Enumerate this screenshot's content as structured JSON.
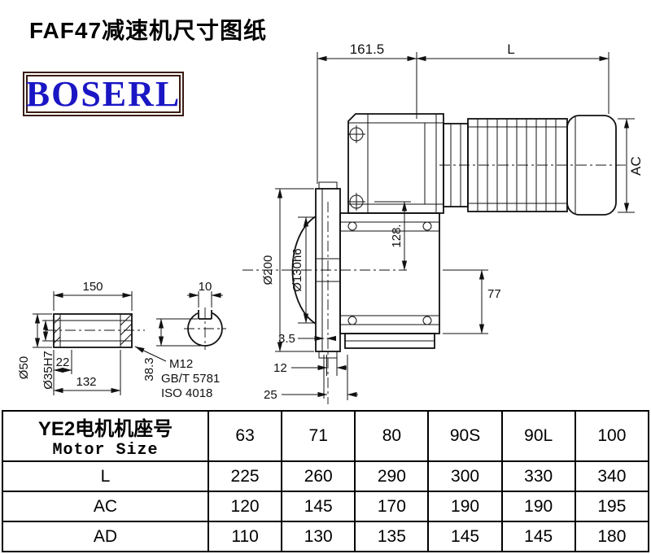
{
  "page": {
    "title": "FAF47减速机尺寸图纸",
    "brand": "BOSERL"
  },
  "colors": {
    "brand_text": "#1a16c4",
    "logo_border": "#3a1c12",
    "line": "#111111"
  },
  "drawing": {
    "dims": {
      "top_left": "161.5",
      "top_right": "L",
      "motor_height": "AC",
      "flange_od": "Ø200",
      "flange_spigot": "Ø130h6",
      "v128": "128.",
      "v77": "77",
      "shaft_length": "150",
      "key_width": "10",
      "shaft_od": "Ø50",
      "bore": "Ø35H7",
      "v22": "22",
      "v132": "132",
      "v3_5": "3.5",
      "v12": "12",
      "v25": "25",
      "v38_3": "38.3"
    },
    "notes": {
      "thread": "M12",
      "standard_gb": "GB/T 5781",
      "standard_iso": "ISO 4018"
    }
  },
  "table": {
    "header": {
      "line1": "YE2电机机座号",
      "line2": "Motor Size"
    },
    "columns": [
      "63",
      "71",
      "80",
      "90S",
      "90L",
      "100"
    ],
    "rows": [
      {
        "label": "L",
        "values": [
          "225",
          "260",
          "290",
          "300",
          "330",
          "340"
        ]
      },
      {
        "label": "AC",
        "values": [
          "120",
          "145",
          "170",
          "190",
          "190",
          "195"
        ]
      },
      {
        "label": "AD",
        "values": [
          "110",
          "130",
          "135",
          "145",
          "145",
          "180"
        ]
      }
    ]
  }
}
